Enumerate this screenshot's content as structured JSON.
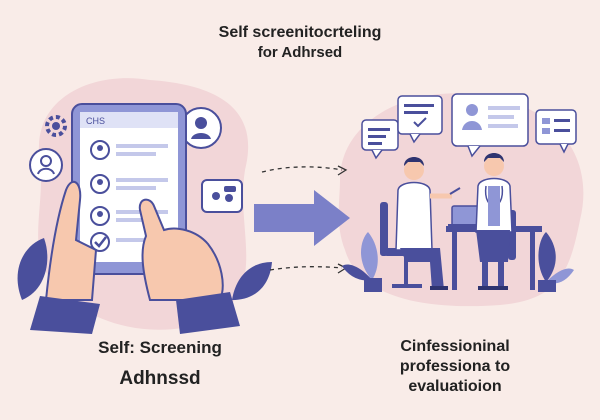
{
  "title": {
    "line1": "Self screenitocrteling",
    "line2": "for Adhrsed"
  },
  "left": {
    "tablet_header": "CHS",
    "caption_line1": "Self: Screening",
    "caption_line2": "Adhnssd"
  },
  "right": {
    "caption_line1": "Cinfessioninal",
    "caption_line2": "professiona to",
    "caption_line3": "evaluatioion"
  },
  "colors": {
    "background": "#f9ece8",
    "blob": "#f2d6d8",
    "indigo": "#4a4f9c",
    "light_indigo": "#8f96d6",
    "skin": "#f7c8ae",
    "white": "#ffffff"
  },
  "icons": [
    "gear-icon",
    "user-avatar-icon",
    "chat-video-icon",
    "checkmark-icon",
    "arrow-right-icon",
    "chat-bubble-icon",
    "laptop-icon",
    "plant-icon",
    "doctor-icon"
  ]
}
